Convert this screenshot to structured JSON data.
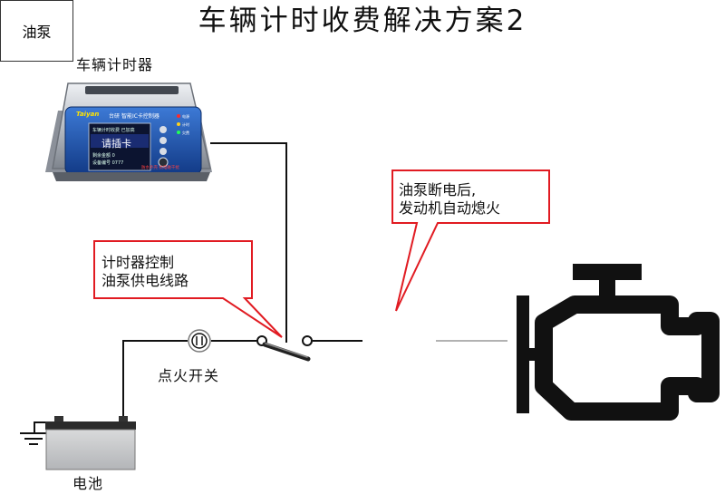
{
  "title": "车辆计时收费解决方案2",
  "labels": {
    "timer_device": "车辆计时器",
    "ignition_switch": "点火开关",
    "battery": "电池",
    "fuel_pump": "油泵"
  },
  "callouts": {
    "timer_control": "计时器控制\n油泵供电线路",
    "engine_off": "油泵断电后,\n发动机自动熄火"
  },
  "device": {
    "brand": "Taiyan",
    "brand_cn": "台研",
    "subtitle": "智能IC卡控制器",
    "screen_top": "车辆计时收费  已加高",
    "screen_main": "请插卡",
    "screen_line1": "剩余金额   0",
    "screen_line2": "设备编号     0777",
    "leds": [
      "电源",
      "计时",
      "欠费"
    ],
    "footer": "防水外壳  抗电磁干扰"
  },
  "colors": {
    "callout_border": "#e11b22",
    "wire": "#111111",
    "device_panel": "#1a4fa8"
  }
}
